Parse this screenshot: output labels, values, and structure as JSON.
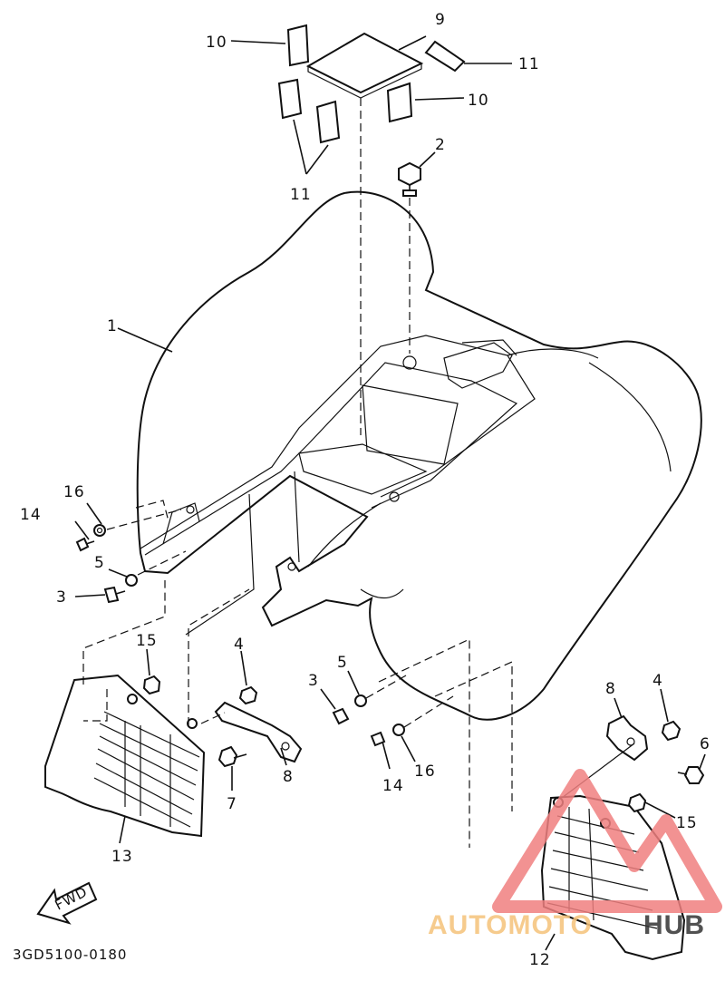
{
  "diagram": {
    "drawing_code": "3GD5100-0180",
    "direction_label": "FWD",
    "callouts": [
      {
        "id": "c1",
        "text": "1"
      },
      {
        "id": "c2",
        "text": "2"
      },
      {
        "id": "c3a",
        "text": "3"
      },
      {
        "id": "c3b",
        "text": "3"
      },
      {
        "id": "c4a",
        "text": "4"
      },
      {
        "id": "c4b",
        "text": "4"
      },
      {
        "id": "c5a",
        "text": "5"
      },
      {
        "id": "c5b",
        "text": "5"
      },
      {
        "id": "c6",
        "text": "6"
      },
      {
        "id": "c7",
        "text": "7"
      },
      {
        "id": "c8a",
        "text": "8"
      },
      {
        "id": "c8b",
        "text": "8"
      },
      {
        "id": "c9",
        "text": "9"
      },
      {
        "id": "c10a",
        "text": "10"
      },
      {
        "id": "c10b",
        "text": "10"
      },
      {
        "id": "c11a",
        "text": "11"
      },
      {
        "id": "c11b",
        "text": "11"
      },
      {
        "id": "c12",
        "text": "12"
      },
      {
        "id": "c13",
        "text": "13"
      },
      {
        "id": "c14a",
        "text": "14"
      },
      {
        "id": "c14b",
        "text": "14"
      },
      {
        "id": "c15a",
        "text": "15"
      },
      {
        "id": "c15b",
        "text": "15"
      },
      {
        "id": "c16a",
        "text": "16"
      },
      {
        "id": "c16b",
        "text": "16"
      }
    ]
  },
  "watermark": {
    "part1": "AUTOMOTO",
    "part2": "HUB",
    "color_primary": "#f08080",
    "color_secondary": "#f5c27a",
    "color_dark": "#333333"
  }
}
